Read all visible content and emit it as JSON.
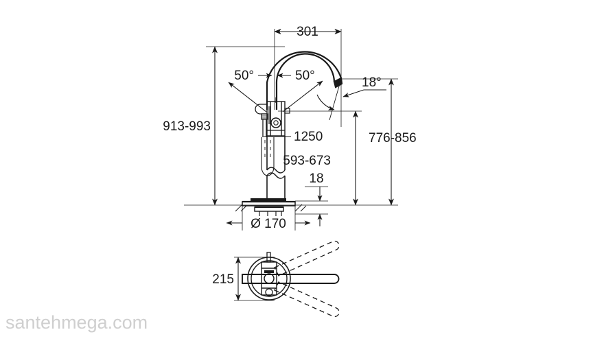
{
  "drawing": {
    "title": "Floor standing bath mixer technical dimension drawing",
    "background_color": "#ffffff",
    "line_color": "#1a1a1a",
    "watermark": "santehmega.com",
    "watermark_color": "#cfcfcf",
    "units": "mm"
  },
  "dimensions": {
    "spout_reach": "301",
    "total_height": "913-993",
    "spout_outlet_height": "776-856",
    "valve_height": "593-673",
    "hose_length": "1250",
    "base_thickness": "18",
    "base_diameter": "Ø 170",
    "handle_swivel_left": "50°",
    "handle_swivel_right": "50°",
    "outlet_angle": "18°",
    "plan_depth": "215"
  },
  "labels": [
    {
      "id": "dim-301",
      "text": "301"
    },
    {
      "id": "dim-913-993",
      "text": "913-993"
    },
    {
      "id": "dim-776-856",
      "text": "776-856"
    },
    {
      "id": "dim-593-673",
      "text": "593-673"
    },
    {
      "id": "dim-1250",
      "text": "1250"
    },
    {
      "id": "dim-18",
      "text": "18"
    },
    {
      "id": "dim-170",
      "text": "Ø 170"
    },
    {
      "id": "dim-50-left",
      "text": "50°"
    },
    {
      "id": "dim-50-right",
      "text": "50°"
    },
    {
      "id": "dim-18deg",
      "text": "18°"
    },
    {
      "id": "dim-215",
      "text": "215"
    }
  ],
  "views": {
    "elevation": {
      "name": "front-elevation-view",
      "components": [
        "spout-arc",
        "valve-body",
        "handle-lever",
        "hand-shower-holder",
        "riser-column",
        "hose",
        "base-plate",
        "floor-line"
      ]
    },
    "plan": {
      "name": "bottom-plan-view",
      "components": [
        "base-circle-outer",
        "base-circle-inner",
        "valve-body-plan",
        "lever-solid",
        "lever-dashed-upper",
        "lever-dashed-lower"
      ]
    }
  }
}
